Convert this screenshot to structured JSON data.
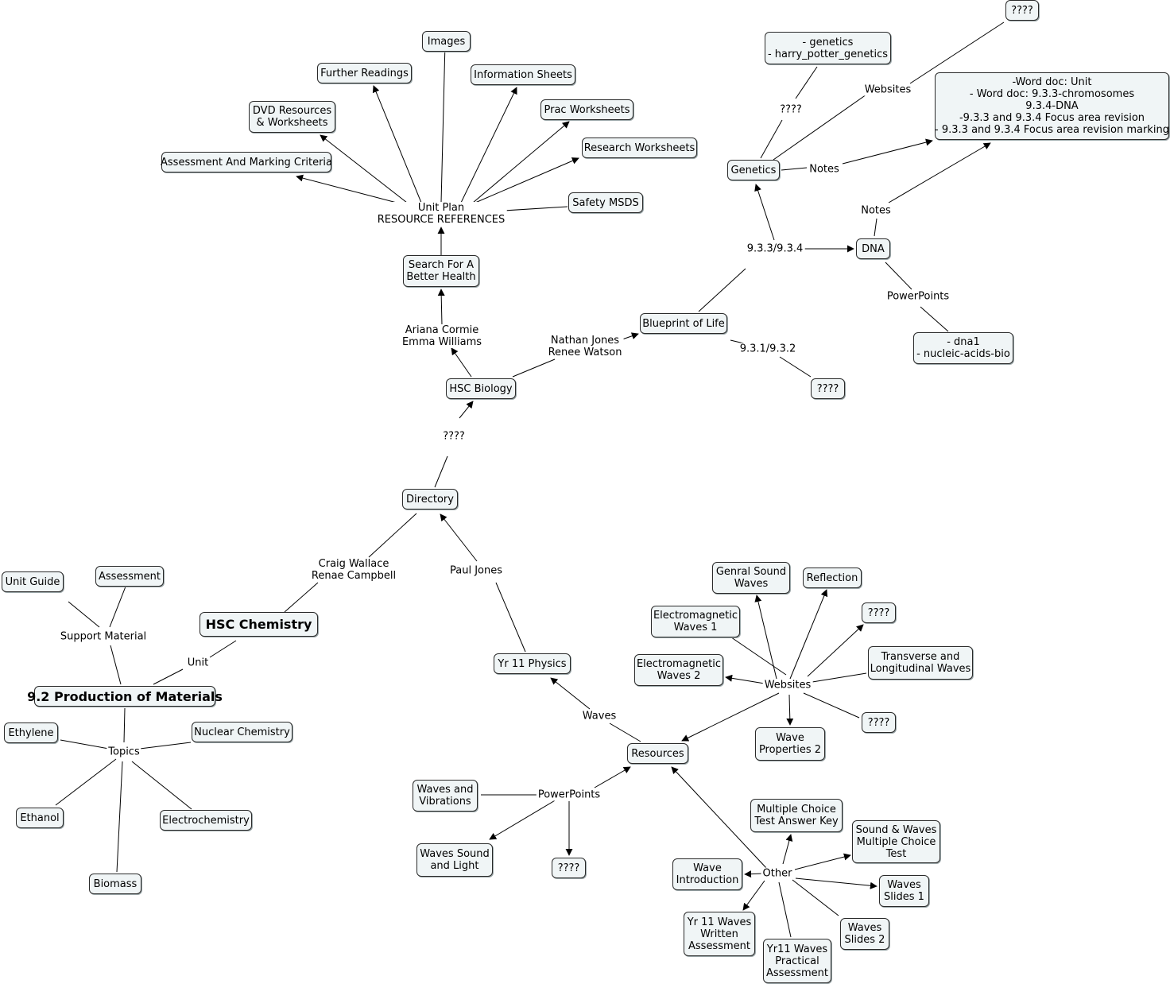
{
  "nodes": {
    "assessment_marking": "Assessment And Marking Criteria",
    "dvd_resources": "DVD Resources\n& Worksheets",
    "further_readings": "Further Readings",
    "images": "Images",
    "information_sheets": "Information Sheets",
    "prac_worksheets": "Prac Worksheets",
    "research_worksheets": "Research Worksheets",
    "safety_msds": "Safety MSDS",
    "search_health": "Search For A\nBetter Health",
    "hsc_biology": "HSC Biology",
    "blueprint": "Blueprint of Life",
    "directory": "Directory",
    "hsc_chemistry": "HSC Chemistry",
    "production_materials": "9.2 Production of Materials",
    "unit_guide": "Unit Guide",
    "assessment": "Assessment",
    "ethylene": "Ethylene",
    "nuclear_chemistry": "Nuclear Chemistry",
    "ethanol": "Ethanol",
    "electrochemistry": "Electrochemistry",
    "biomass": "Biomass",
    "yr11_physics": "Yr 11 Physics",
    "resources": "Resources",
    "genetics": "Genetics",
    "genetics_files": "- genetics\n- harry_potter_genetics",
    "unknown_top": "????",
    "word_docs": "-Word doc: Unit\n- Word doc: 9.3.3-chromosomes\n9.3.4-DNA\n-9.3.3 and 9.3.4 Focus area revision\n- 9.3.3 and 9.3.4 Focus area revision marking",
    "dna": "DNA",
    "dna_files": "- dna1\n- nucleic-acids-bio",
    "unknown_932": "????",
    "genral_sound": "Genral Sound\nWaves",
    "reflection": "Reflection",
    "unknown_web1": "????",
    "em_waves1": "Electromagnetic\nWaves 1",
    "transverse": "Transverse and\nLongitudinal Waves",
    "em_waves2": "Electromagnetic\nWaves 2",
    "unknown_web2": "????",
    "wave_props2": "Wave\nProperties 2",
    "waves_vibrations": "Waves and\nVibrations",
    "waves_sound_light": "Waves Sound\nand Light",
    "unknown_pp": "????",
    "mc_answer_key": "Multiple Choice\nTest Answer Key",
    "sound_waves_mc": "Sound & Waves\nMultiple Choice\nTest",
    "wave_intro": "Wave\nIntroduction",
    "waves_slides1": "Waves\nSlides 1",
    "yr11_written": "Yr 11 Waves\nWritten\nAssessment",
    "waves_slides2": "Waves\nSlides 2",
    "yr11_practical": "Yr11 Waves\nPractical\nAssessment"
  },
  "labels": {
    "unit_plan": "Unit Plan\nRESOURCE REFERENCES",
    "ariana_emma": "Ariana Cormie\nEmma Williams",
    "nathan_renee": "Nathan Jones\nRenee Watson",
    "unknown_bio": "????",
    "craig_renae": "Craig Wallace\nRenae Campbell",
    "paul_jones": "Paul Jones",
    "support_material": "Support Material",
    "unit": "Unit",
    "topics": "Topics",
    "waves": "Waves",
    "powerpoints_res": "PowerPoints",
    "websites_res": "Websites",
    "other": "Other",
    "v933": "9.3.3/9.3.4",
    "v931": "9.3.1/9.3.2",
    "notes_gen": "Notes",
    "notes_dna": "Notes",
    "powerpoints_dna": "PowerPoints",
    "websites_gen": "Websites",
    "unknown_gen": "????"
  }
}
